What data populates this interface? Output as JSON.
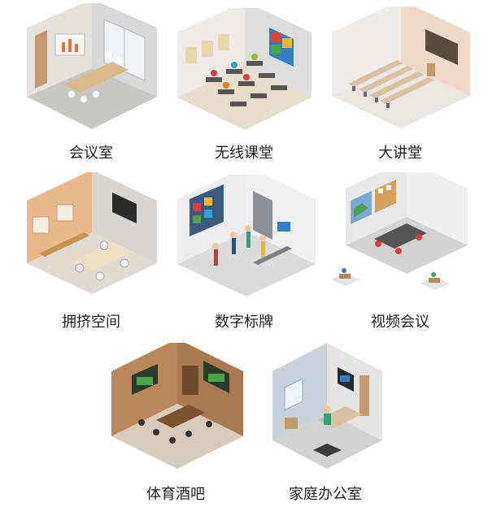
{
  "rooms": [
    {
      "id": "meeting-room",
      "label": "会议室"
    },
    {
      "id": "wireless-classroom",
      "label": "无线课堂"
    },
    {
      "id": "lecture-hall",
      "label": "大讲堂"
    },
    {
      "id": "huddle-space",
      "label": "拥挤空间"
    },
    {
      "id": "digital-signage",
      "label": "数字标牌"
    },
    {
      "id": "video-conference",
      "label": "视频会议"
    },
    {
      "id": "sports-bar",
      "label": "体育酒吧"
    },
    {
      "id": "home-office",
      "label": "家庭办公室"
    }
  ]
}
